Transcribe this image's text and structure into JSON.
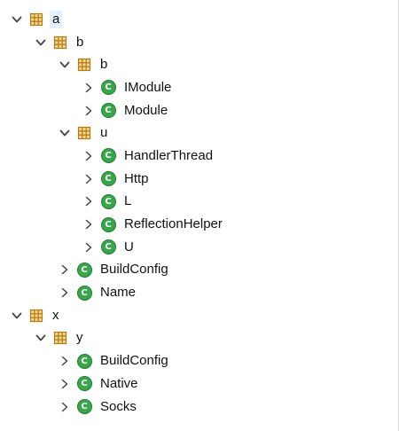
{
  "tree": {
    "rows": [
      {
        "label": "a",
        "kind": "package",
        "level": 0,
        "expanded": true,
        "selected": true
      },
      {
        "label": "b",
        "kind": "package",
        "level": 1,
        "expanded": true
      },
      {
        "label": "b",
        "kind": "package",
        "level": 2,
        "expanded": true
      },
      {
        "label": "IModule",
        "kind": "class",
        "level": 3,
        "expanded": false
      },
      {
        "label": "Module",
        "kind": "class",
        "level": 3,
        "expanded": false
      },
      {
        "label": "u",
        "kind": "package",
        "level": 2,
        "expanded": true
      },
      {
        "label": "HandlerThread",
        "kind": "class",
        "level": 3,
        "expanded": false
      },
      {
        "label": "Http",
        "kind": "class",
        "level": 3,
        "expanded": false
      },
      {
        "label": "L",
        "kind": "class",
        "level": 3,
        "expanded": false
      },
      {
        "label": "ReflectionHelper",
        "kind": "class",
        "level": 3,
        "expanded": false
      },
      {
        "label": "U",
        "kind": "class",
        "level": 3,
        "expanded": false
      },
      {
        "label": "BuildConfig",
        "kind": "class",
        "level": 2,
        "expanded": false
      },
      {
        "label": "Name",
        "kind": "class",
        "level": 2,
        "expanded": false
      },
      {
        "label": "x",
        "kind": "package",
        "level": 0,
        "expanded": true
      },
      {
        "label": "y",
        "kind": "package",
        "level": 1,
        "expanded": true
      },
      {
        "label": "BuildConfig",
        "kind": "class",
        "level": 2,
        "expanded": false
      },
      {
        "label": "Native",
        "kind": "class",
        "level": 2,
        "expanded": false
      },
      {
        "label": "Socks",
        "kind": "class",
        "level": 2,
        "expanded": false
      }
    ]
  },
  "icons": {
    "package": "package-icon",
    "class": "class-icon",
    "expanded": "chevron-down-icon",
    "collapsed": "chevron-right-icon",
    "class_glyph": "C"
  },
  "colors": {
    "package_outline": "#b07a14",
    "package_fill": "#f4d58d",
    "class_fill": "#3aa64a",
    "chevron": "#444444",
    "selection": "#e6f0fb"
  }
}
